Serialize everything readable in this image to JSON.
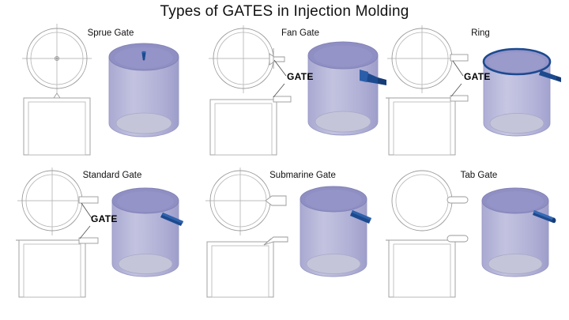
{
  "title": "Types of GATES in Injection Molding",
  "background_color": "#ffffff",
  "colors": {
    "cylinder_top": "#8f8fc4",
    "cylinder_body": "#b3b3d9",
    "cylinder_body_light": "#c8c8e2",
    "cylinder_bottom": "#c5c5da",
    "gate_blue": "#1c4a8f",
    "gate_blue_light": "#2f62ad",
    "line": "#9a9a9a",
    "text": "#111111"
  },
  "gate_label_text": "GATE",
  "panels": [
    {
      "id": "sprue-gate",
      "label": "Sprue Gate",
      "row": 0,
      "column": 0,
      "gate_type": "sprue",
      "gate_position": "top-center",
      "has_gate_callout": false,
      "top_view": {
        "shape": "concentric-circles",
        "crosshairs": true,
        "center_mark": true,
        "gate_tab": false
      },
      "front_view": {
        "shape": "double-square",
        "sprue_nub": true,
        "gate_tab": false
      },
      "cylinder": {
        "gate_shape": "cone-on-top-face",
        "ring_rim": false
      }
    },
    {
      "id": "fan-gate",
      "label": "Fan Gate",
      "row": 0,
      "column": 1,
      "gate_type": "fan",
      "gate_position": "side-flared",
      "has_gate_callout": true,
      "top_view": {
        "shape": "concentric-circles",
        "crosshairs": true,
        "center_mark": false,
        "gate_tab": true,
        "tab_style": "fan-flare"
      },
      "front_view": {
        "shape": "double-square",
        "sprue_nub": false,
        "gate_tab": true
      },
      "cylinder": {
        "gate_shape": "fan-wedge-on-wall",
        "ring_rim": false
      }
    },
    {
      "id": "ring-gate",
      "label": "Ring",
      "row": 0,
      "column": 2,
      "gate_type": "ring",
      "gate_position": "full-rim",
      "has_gate_callout": true,
      "top_view": {
        "shape": "concentric-circles",
        "crosshairs": true,
        "center_mark": false,
        "gate_tab": true,
        "tab_style": "rectangular"
      },
      "front_view": {
        "shape": "double-square",
        "sprue_nub": false,
        "gate_tab": true
      },
      "cylinder": {
        "gate_shape": "tab-on-wall",
        "ring_rim": true
      }
    },
    {
      "id": "standard-gate",
      "label": "Standard Gate",
      "row": 1,
      "column": 0,
      "gate_type": "standard",
      "gate_position": "side-upper",
      "has_gate_callout": true,
      "top_view": {
        "shape": "concentric-circles",
        "crosshairs": true,
        "center_mark": false,
        "gate_tab": true,
        "tab_style": "rectangular"
      },
      "front_view": {
        "shape": "double-square",
        "sprue_nub": false,
        "gate_tab": true
      },
      "cylinder": {
        "gate_shape": "bar-on-wall",
        "ring_rim": false
      }
    },
    {
      "id": "submarine-gate",
      "label": "Submarine Gate",
      "row": 1,
      "column": 1,
      "gate_type": "submarine",
      "gate_position": "side-angled",
      "has_gate_callout": false,
      "top_view": {
        "shape": "concentric-circles",
        "crosshairs": true,
        "center_mark": false,
        "gate_tab": true,
        "tab_style": "tapered"
      },
      "front_view": {
        "shape": "double-square",
        "sprue_nub": false,
        "gate_tab": true,
        "tab_style": "angled"
      },
      "cylinder": {
        "gate_shape": "bar-on-wall",
        "ring_rim": false
      }
    },
    {
      "id": "tab-gate",
      "label": "Tab Gate",
      "row": 1,
      "column": 2,
      "gate_type": "tab",
      "gate_position": "side-upper",
      "has_gate_callout": false,
      "top_view": {
        "shape": "concentric-circles",
        "crosshairs": false,
        "center_mark": false,
        "gate_tab": true,
        "tab_style": "rounded"
      },
      "front_view": {
        "shape": "double-square",
        "sprue_nub": false,
        "gate_tab": true,
        "tab_style": "rounded"
      },
      "cylinder": {
        "gate_shape": "tube-on-wall",
        "ring_rim": false
      }
    }
  ]
}
